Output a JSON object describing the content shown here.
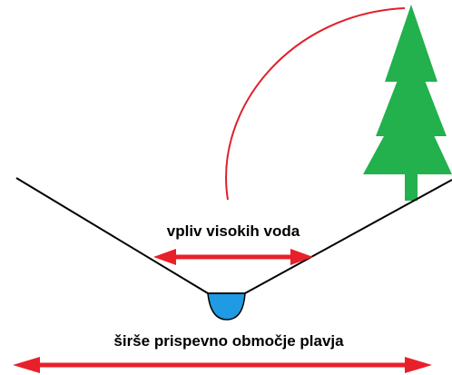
{
  "labels": {
    "high_water": "vpliv visokih voda",
    "catchment": "širše prispevno območje plavja"
  },
  "colors": {
    "arrow": "#e8202a",
    "arc": "#e0202a",
    "tree": "#22b14c",
    "water": "#1e9be2",
    "ground": "#000000"
  },
  "icons": [
    "tree-icon",
    "water-channel",
    "valley-slope",
    "trajectory-arc",
    "double-arrow"
  ]
}
